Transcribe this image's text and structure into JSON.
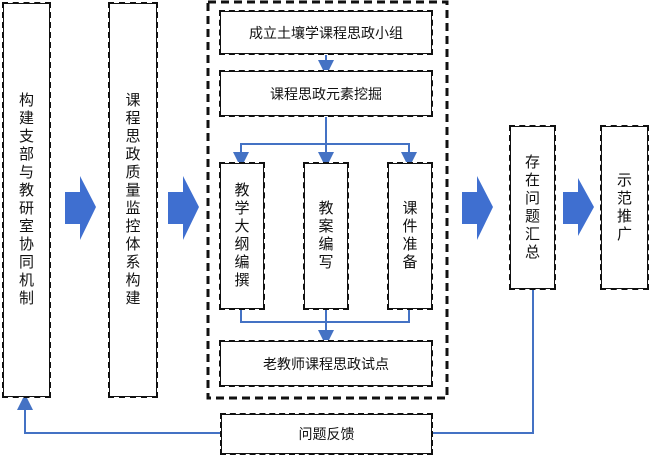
{
  "colors": {
    "arrow": "#3f6fd0",
    "line": "#4472c4",
    "border": "#111111"
  },
  "left_boxes": [
    "构建支部与教研室协同机制",
    "课程思政质量监控体系构建"
  ],
  "center": {
    "top": "成立土壤学课程思政小组",
    "mining": "课程思政元素挖掘",
    "columns": [
      "教学大纲编撰",
      "教案编写",
      "课件准备"
    ],
    "bottom": "老教师课程思政试点"
  },
  "right_boxes": [
    "存在问题汇总",
    "示范推广"
  ],
  "feedback": "问题反馈"
}
